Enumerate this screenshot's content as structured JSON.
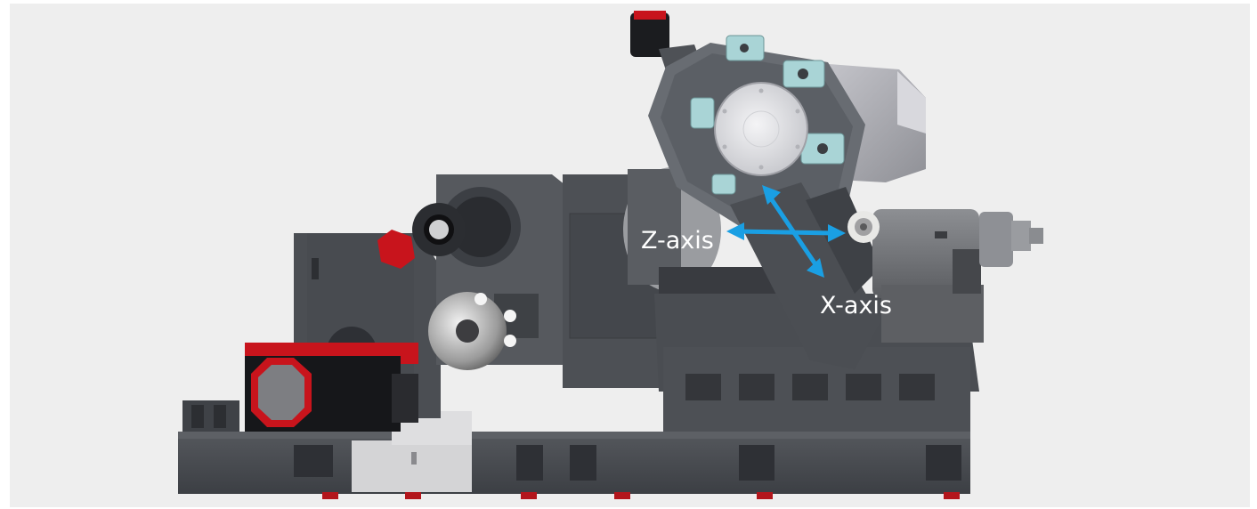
{
  "labels": {
    "z_axis": "Z-axis",
    "x_axis": "X-axis"
  },
  "colors": {
    "background": "#eeeeee",
    "machine_body": "#4a4d52",
    "machine_dark": "#35383c",
    "turret_face": "#6a6e74",
    "housing_light": "#b9b9c0",
    "tool_holder": "#a9d4d6",
    "accent_red": "#c8141c",
    "axis_arrow": "#1a9fe3",
    "label_text": "#ffffff"
  },
  "icons": {
    "z_arrow": "double-arrow",
    "x_arrow": "double-arrow"
  }
}
